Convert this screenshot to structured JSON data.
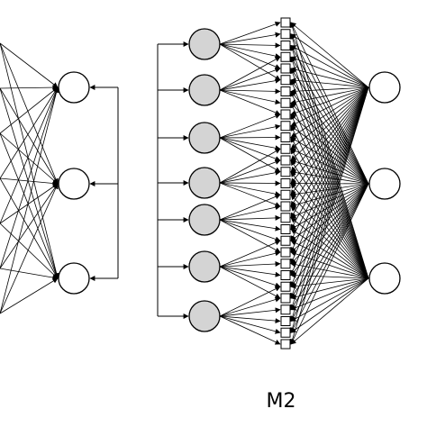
{
  "diagram": {
    "label": "M2",
    "colors": {
      "line": "#000000",
      "hidden_fill": "#d4d4d4",
      "output_fill": "#ffffff"
    },
    "counts": {
      "left_outputs": 3,
      "hidden_nodes": 7,
      "squares": 29,
      "right_outputs": 3
    }
  }
}
